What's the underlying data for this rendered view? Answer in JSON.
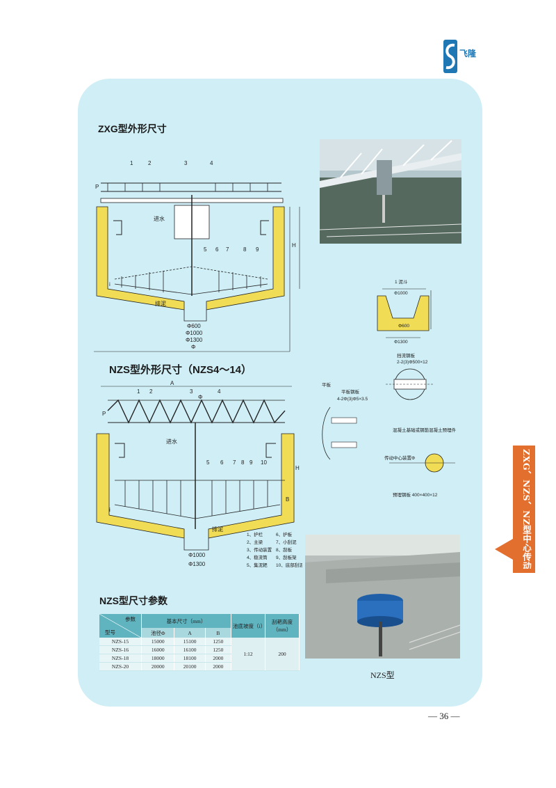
{
  "header": {
    "logo_char": "飞隆"
  },
  "sections": {
    "zxg_title": "ZXG型外形尺寸",
    "nzs_title": "NZS型外形尺寸（NZS4～14）",
    "param_title": "NZS型尺寸参数"
  },
  "zxg_drawing": {
    "callouts": [
      "1",
      "2",
      "3",
      "4",
      "5",
      "6",
      "7",
      "8",
      "9"
    ],
    "inlet_label": "进水",
    "outlet_label": "排泥",
    "dims": [
      "Φ600",
      "Φ1000",
      "Φ1300",
      "Φ",
      "H",
      "P",
      "i"
    ]
  },
  "nzs_drawing": {
    "callouts": [
      "1",
      "2",
      "3",
      "4",
      "5",
      "6",
      "7",
      "8",
      "9",
      "10"
    ],
    "inlet_label": "进水",
    "outlet_label": "排泥",
    "dims": [
      "A",
      "Φ",
      "P",
      "H",
      "B",
      "Φ1000",
      "Φ1300",
      "i"
    ],
    "legend": [
      "1、护栏",
      "2、主梁",
      "3、传动装置",
      "4、稳流筒",
      "5、集泥耙",
      "6、护板",
      "7、小刮泥",
      "8、刮板",
      "9、刮板架",
      "10、底部刮泥"
    ]
  },
  "detail_drawings": {
    "pit_labels": [
      "1 泥斗",
      "Φ1000",
      "Φ1300",
      "Φ600"
    ],
    "labels": [
      "挡流钢板",
      "2-2(3)Φ500×12",
      "平板",
      "平板钢板",
      "4-2Φ(3)Φ5×3.5",
      "混凝土基础或钢筋混凝土预埋件",
      "传动中心装置Φ",
      "预埋钢板 400×400×12"
    ]
  },
  "table": {
    "header_top": {
      "param": "参数",
      "model": "型号",
      "basic": "基本尺寸（mm）",
      "slope": "池底坡度（i）",
      "rake": "刮耙高度（mm）"
    },
    "header_sub": [
      "池径Φ",
      "A",
      "B"
    ],
    "rows": [
      {
        "model": "NZS-15",
        "d": "15000",
        "a": "15100",
        "b": "1250"
      },
      {
        "model": "NZS-16",
        "d": "16000",
        "a": "16100",
        "b": "1250"
      },
      {
        "model": "NZS-18",
        "d": "18000",
        "a": "18100",
        "b": "2000"
      },
      {
        "model": "NZS-20",
        "d": "20000",
        "a": "20100",
        "b": "2000"
      }
    ],
    "slope_value": "1:12",
    "rake_value": "200"
  },
  "photo_caption": "NZS型",
  "side_tab_text": "ZXG、NZS、NZ型中心传动刮泥机、浓缩机",
  "page_number": "— 36 —",
  "colors": {
    "panel": "#cfeef6",
    "concrete": "#f1dd55",
    "tab": "#e36f2f",
    "table_head": "#5fb4bf"
  }
}
